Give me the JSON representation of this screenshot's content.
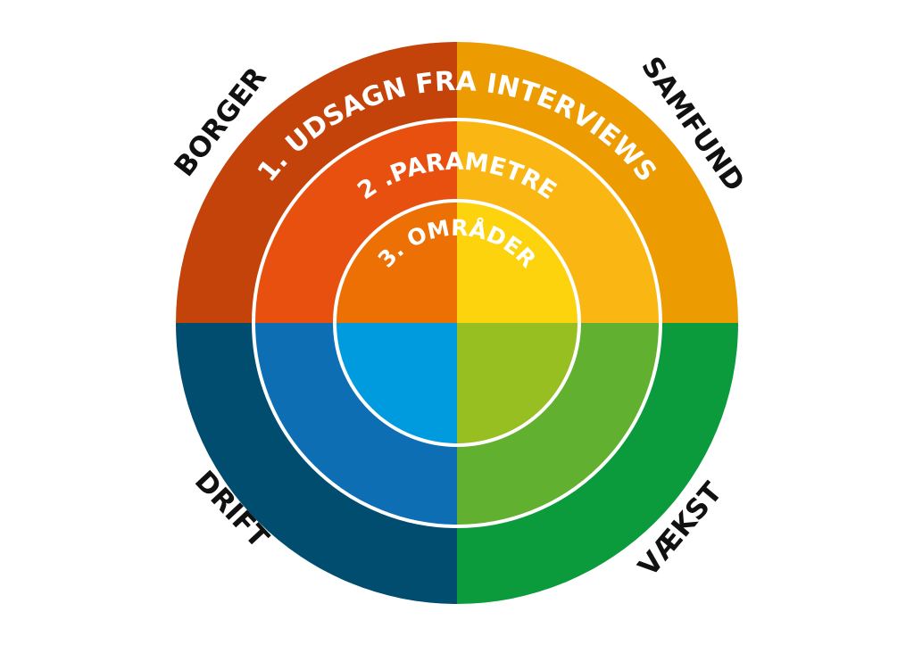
{
  "rings": [
    {
      "label": "1. UDSAGN FRA INTERVIEWS",
      "colors": {
        "top_left": "#C4430A",
        "top_right": "#EC9C00",
        "bottom_left": "#004D70",
        "bottom_right": "#0B9A3C"
      }
    },
    {
      "label": "2 .PARAMETRE",
      "colors": {
        "top_left": "#E8500F",
        "top_right": "#FAB714",
        "bottom_left": "#0E6EB4",
        "bottom_right": "#62B02F"
      }
    },
    {
      "label": "3. OMRÅDER",
      "colors": {
        "top_left": "#EC7004",
        "top_right": "#FDD30E",
        "bottom_left": "#009BDE",
        "bottom_right": "#97BF22"
      }
    }
  ],
  "quadrants": {
    "top_left": "BORGER",
    "top_right": "SAMFUND",
    "bottom_left": "DRIFT",
    "bottom_right": "VÆKST"
  },
  "separator_color": "#FFFFFF"
}
